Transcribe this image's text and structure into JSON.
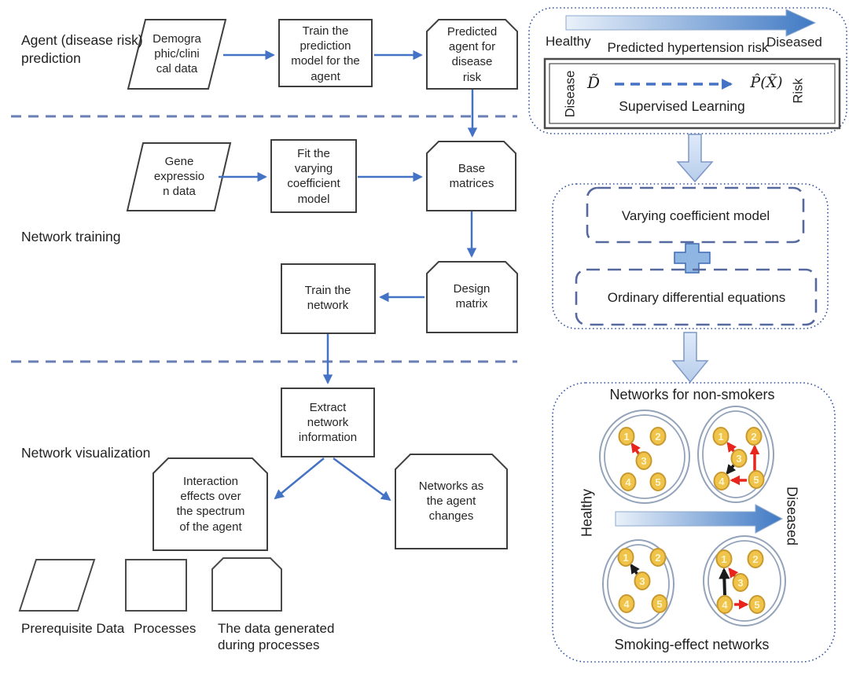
{
  "colors": {
    "flow_arrow_blue": "#4472c4",
    "section_divider_blue": "#6a7fb5",
    "dotted_container_blue": "#2b4d9e",
    "dashed_model_box_blue": "#55699f",
    "block_arrow_fill": "#c9dbf0",
    "gradient_arrow_start": "#eaf1fa",
    "gradient_arrow_end": "#3f79c4",
    "node_fill_gold": "#f0c44a",
    "node_border_gold": "#c9992e",
    "edge_red": "#e8251d",
    "edge_black": "#1a1a1a",
    "shape_border_gray": "#3f3f3f"
  },
  "sections": {
    "agent_prediction": "Agent (disease risk)\nprediction",
    "network_training": "Network training",
    "network_visualization": "Network visualization"
  },
  "flowchart": {
    "demographic_data": "Demogra\nphic/clini\ncal data",
    "train_prediction_model": "Train the\nprediction\nmodel for the\nagent",
    "predicted_agent": "Predicted\nagent for\ndisease\nrisk",
    "gene_expression": "Gene\nexpressio\nn data",
    "fit_varying_coefficient_model": "Fit the\nvarying\ncoefficient\nmodel",
    "base_matrices": "Base\nmatrices",
    "design_matrix": "Design\nmatrix",
    "train_the_network": "Train the\nnetwork",
    "extract_network_information": "Extract\nnetwork\ninformation",
    "interaction_effects": "Interaction\neffects over\nthe spectrum\nof the agent",
    "networks_as_agent_changes": "Networks as\nthe agent\nchanges"
  },
  "legend": {
    "prerequisite_data": "Prerequisite Data",
    "processes": "Processes",
    "generated_data": "The data generated\nduring processes"
  },
  "risk_panel": {
    "healthy": "Healthy",
    "axis_title": "Predicted hypertension risk",
    "diseased": "Diseased",
    "disease_axis": "Disease",
    "d_tilde": "D̃",
    "p_hat_x": "P̂(X̃)",
    "supervised_learning": "Supervised Learning",
    "risk_axis": "Risk"
  },
  "model_panel": {
    "varying_coefficient_model": "Varying coefficient model",
    "ordinary_differential_equations": "Ordinary differential equations"
  },
  "networks_panel": {
    "top_title": "Networks for non-smokers",
    "bottom_title": "Smoking-effect networks",
    "healthy": "Healthy",
    "diseased": "Diseased",
    "node_labels": [
      "1",
      "2",
      "3",
      "4",
      "5"
    ]
  }
}
